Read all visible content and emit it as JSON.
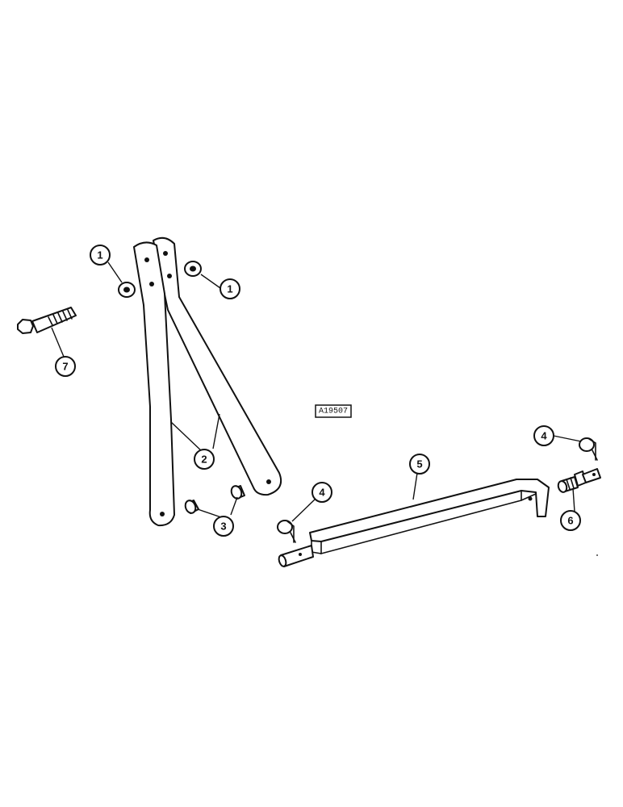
{
  "callouts": {
    "c1a": "1",
    "c1b": "1",
    "c2": "2",
    "c3": "3",
    "c4a": "4",
    "c4b": "4",
    "c5": "5",
    "c6": "6",
    "c7": "7"
  },
  "reference_label": "A19507",
  "parts": {
    "washer": "washer-icon",
    "brace": "brace-bar-icon",
    "bushing": "bushing-icon",
    "clip": "hair-pin-clip-icon",
    "drawbar": "drawbar-icon",
    "pin": "pin-icon",
    "bolt": "bolt-icon"
  }
}
